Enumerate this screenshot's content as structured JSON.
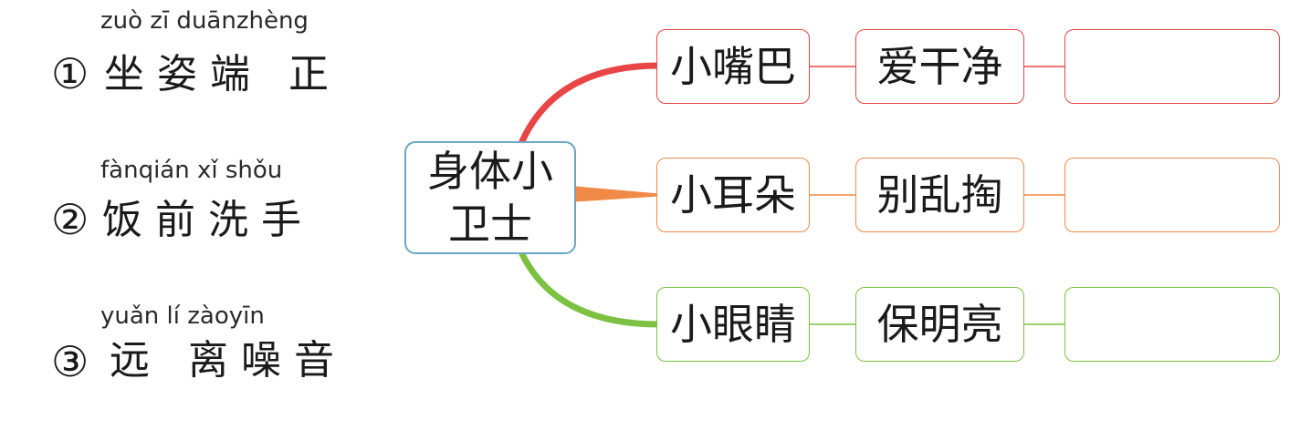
{
  "phrases": [
    {
      "num": "①",
      "pinyin": "zuò  zī  duānzhèng",
      "text": "坐姿端 正"
    },
    {
      "num": "②",
      "pinyin": "fànqián  xǐ  shǒu",
      "text": "饭前洗手"
    },
    {
      "num": "③",
      "pinyin": "yuǎn  lí  zàoyīn",
      "text": "远 离噪音"
    }
  ],
  "mindmap": {
    "center": "身体小卫士",
    "rows": [
      {
        "part": "小嘴巴",
        "action": "爱干净",
        "answer": "",
        "color": "#e84545"
      },
      {
        "part": "小耳朵",
        "action": "别乱掏",
        "answer": "",
        "color": "#f08a46"
      },
      {
        "part": "小眼睛",
        "action": "保明亮",
        "answer": "",
        "color": "#7cc142"
      }
    ]
  }
}
